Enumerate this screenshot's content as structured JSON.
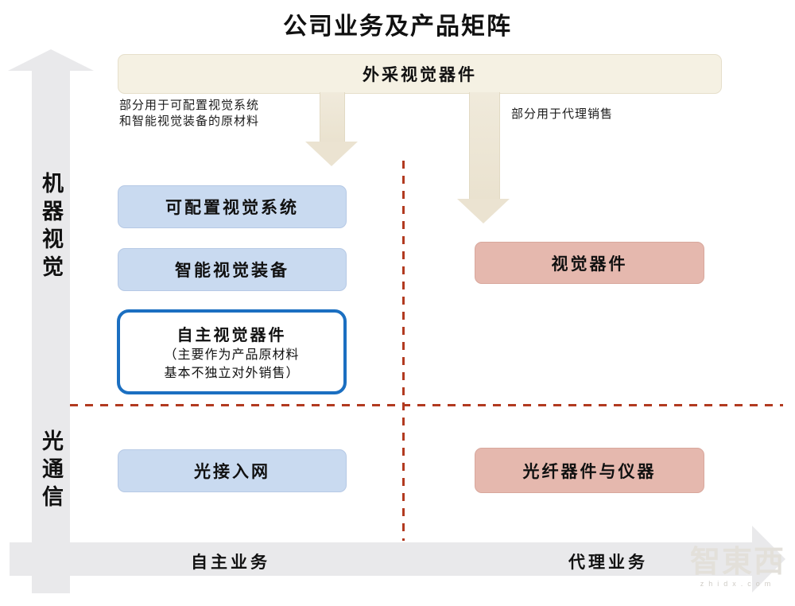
{
  "title": "公司业务及产品矩阵",
  "supply_box": {
    "label": "外采视觉器件"
  },
  "flow_annotations": {
    "left_line1": "部分用于可配置视觉系统",
    "left_line2": "和智能视觉装备的原材料",
    "right": "部分用于代理销售"
  },
  "y_axis": {
    "upper_label": "机器视觉",
    "lower_label": "光通信"
  },
  "x_axis": {
    "left_label": "自主业务",
    "right_label": "代理业务"
  },
  "quadrant_boxes": {
    "configurable_vision_system": "可配置视觉系统",
    "smart_vision_equipment": "智能视觉装备",
    "self_vision_components": {
      "title": "自主视觉器件",
      "note_line1": "（主要作为产品原材料",
      "note_line2": "基本不独立对外销售）"
    },
    "optical_access_network": "光接入网",
    "vision_components": "视觉器件",
    "fiber_components_instruments": "光纤器件与仪器"
  },
  "watermark": {
    "logo": "智東西",
    "domain": "zhidx.com"
  },
  "colors": {
    "cream_box": "#F5F1E3",
    "cream_arrow": "#EBE3D1",
    "axis_gray": "#E9E9EB",
    "blue_box": "#C9DAF0",
    "pink_box": "#E5B8AE",
    "outline_blue": "#1B6FC1",
    "dashed_red": "#B23A20"
  }
}
